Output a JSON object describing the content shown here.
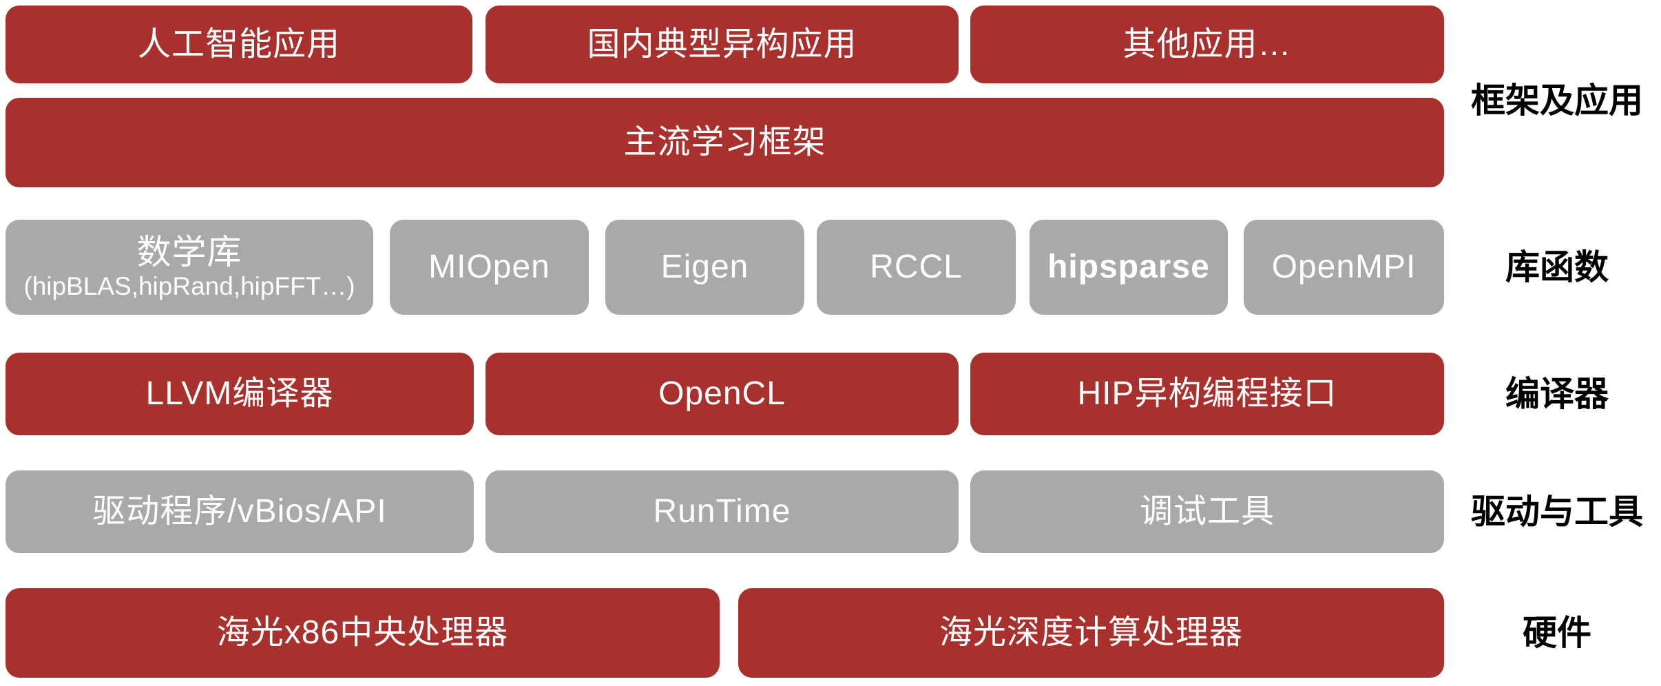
{
  "colors": {
    "red": "#a8302d",
    "gray": "#a9a9a9",
    "box_text": "#ffffff",
    "label_text": "#000000",
    "background": "#ffffff"
  },
  "rows": [
    {
      "layer": "applications",
      "boxes": [
        {
          "label": "人工智能应用"
        },
        {
          "label": "国内典型异构应用"
        },
        {
          "label": "其他应用…"
        }
      ]
    },
    {
      "layer": "frameworks",
      "boxes": [
        {
          "label": "主流学习框架"
        }
      ]
    },
    {
      "layer": "libraries",
      "boxes": [
        {
          "label": "数学库",
          "sublabel": "(hipBLAS,hipRand,hipFFT…)"
        },
        {
          "label": "MIOpen"
        },
        {
          "label": "Eigen"
        },
        {
          "label": "RCCL"
        },
        {
          "label": "hipsparse"
        },
        {
          "label": "OpenMPI"
        }
      ]
    },
    {
      "layer": "compilers",
      "boxes": [
        {
          "label": "LLVM编译器"
        },
        {
          "label": "OpenCL"
        },
        {
          "label": "HIP异构编程接口"
        }
      ]
    },
    {
      "layer": "drivers-tools",
      "boxes": [
        {
          "label": "驱动程序/vBios/API"
        },
        {
          "label": "RunTime"
        },
        {
          "label": "调试工具"
        }
      ]
    },
    {
      "layer": "hardware",
      "boxes": [
        {
          "label": "海光x86中央处理器"
        },
        {
          "label": "海光深度计算处理器"
        }
      ]
    }
  ],
  "side_labels": [
    {
      "label": "框架及应用"
    },
    {
      "label": "库函数"
    },
    {
      "label": "编译器"
    },
    {
      "label": "驱动与工具"
    },
    {
      "label": "硬件"
    }
  ]
}
